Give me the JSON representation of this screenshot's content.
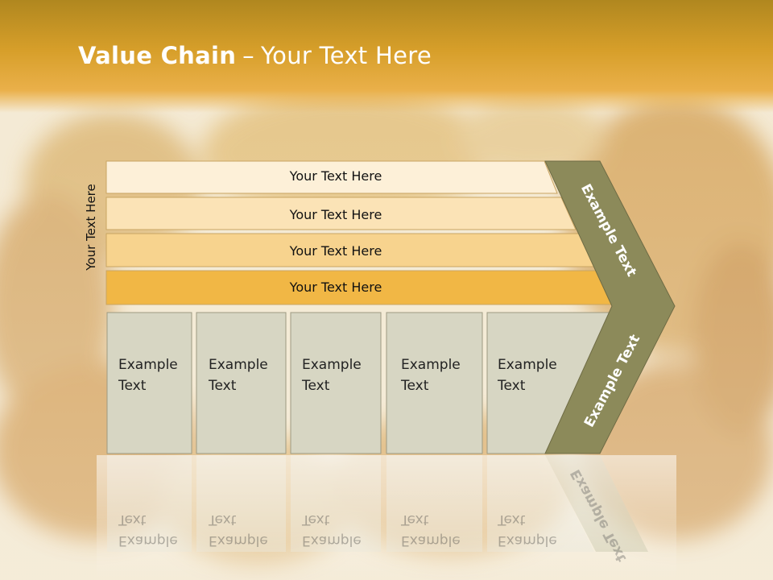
{
  "header": {
    "title_bold": "Value Chain",
    "title_separator": "–",
    "title_rest": "Your Text Here"
  },
  "side_label": "Your Text Here",
  "bars": [
    {
      "label": "Your Text Here",
      "color": "#fdf0d8"
    },
    {
      "label": "Your Text Here",
      "color": "#fbe3b6"
    },
    {
      "label": "Your Text Here",
      "color": "#f7d38e"
    },
    {
      "label": "Your Text Here",
      "color": "#f1b745"
    }
  ],
  "boxes": [
    {
      "line1": "Example",
      "line2": "Text"
    },
    {
      "line1": "Example",
      "line2": "Text"
    },
    {
      "line1": "Example",
      "line2": "Text"
    },
    {
      "line1": "Example",
      "line2": "Text"
    },
    {
      "line1": "Example",
      "line2": "Text"
    }
  ],
  "chevron": {
    "upper_text": "Example Text",
    "lower_text": "Example Text",
    "color": "#8c8a5a"
  },
  "colors": {
    "box_fill": "#d7d6c3",
    "box_border": "#9e9a82",
    "bar_border": "#c9a562",
    "header": "#d79f2a"
  }
}
